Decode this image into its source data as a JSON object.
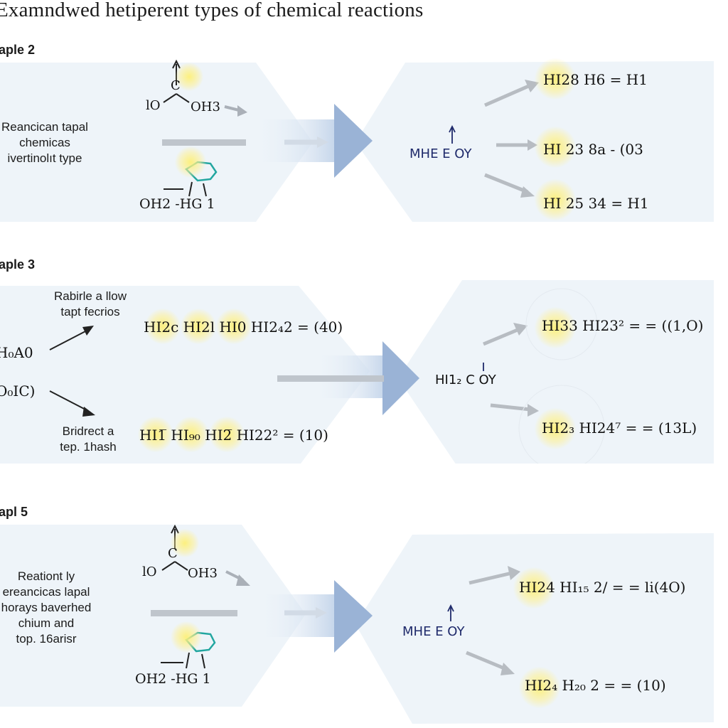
{
  "title": "Examndwed hetiperent types of chemical reactions",
  "sections": [
    {
      "label": "aple 2",
      "description": [
        "Reancican tapal",
        "chemicas",
        "ivertinolıt type"
      ],
      "reactant_top": {
        "left": "lO",
        "right": "OH3",
        "center": "C"
      },
      "reactant_bottom": {
        "label": "OH2 -HG 1"
      },
      "middle": "MHE E OY",
      "products": [
        "HI28 H6 = H1",
        "HI 23 8a - (03",
        "HI 25 34 = H1"
      ]
    },
    {
      "label": "aple 3",
      "description_top": [
        "Rabirle a llow",
        "tapt fecrios"
      ],
      "description_bottom": [
        "Bridrect a",
        "tep. 1hash"
      ],
      "left_labels": [
        "H₀A0",
        "O₀IC)"
      ],
      "formula_top": "HI2c HI2l HI0 HI2₄2 = (40)",
      "formula_bottom": "HI1̅ HI₉₀ HI2̅ HI22² = (10)",
      "middle": "HI1₂ C OY",
      "products": [
        "HI33 HI23² = = ((1,O)",
        "HI2₃ HI24⁷ = = (13L)"
      ]
    },
    {
      "label": "apl 5",
      "description": [
        "Reationt ly",
        "ereancicas lapal",
        "horays baverhed",
        "chium and",
        "top. 16arisr"
      ],
      "reactant_top": {
        "left": "lO",
        "right": "OH3",
        "center": "C"
      },
      "reactant_bottom": {
        "label": "OH2 -HG 1"
      },
      "middle": "MHE E OY",
      "products": [
        "HI24 HI₁₅ 2/ = = li(4O)",
        "HI2₄ H₂₀ 2 = = (10)"
      ]
    }
  ],
  "colors": {
    "arrow_blue": "#9ab3d6",
    "panel": "#eef4f9",
    "glow": "#fdf07a",
    "mid_text": "#1f2a6b"
  }
}
